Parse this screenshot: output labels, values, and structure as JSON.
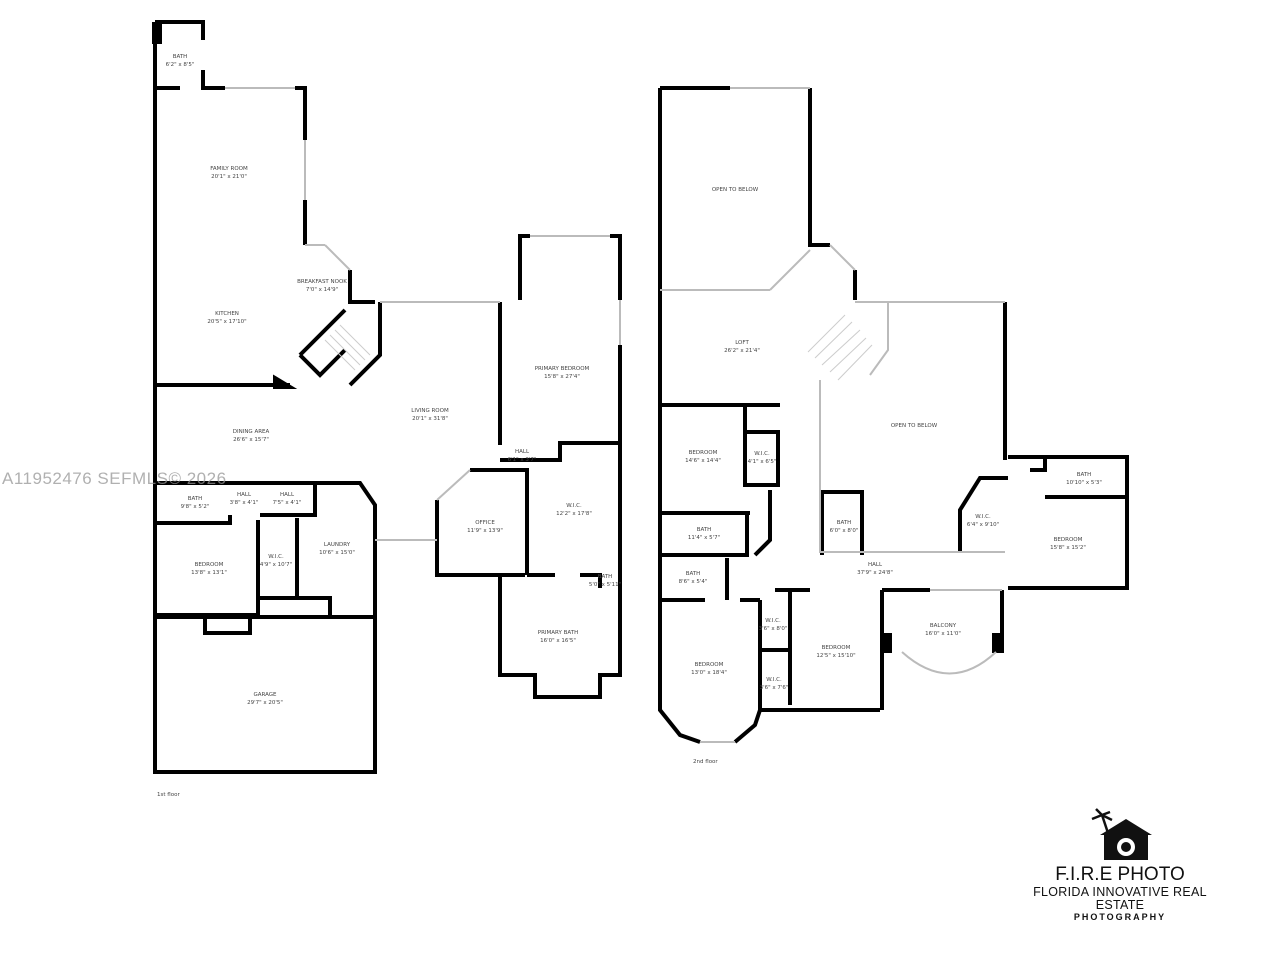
{
  "watermark": "A11952476  SEFMLS© 2026",
  "floors": {
    "first": {
      "label": "1st floor",
      "rooms": [
        {
          "name": "BATH",
          "dims": "6'2\" x 8'5\""
        },
        {
          "name": "FAMILY ROOM",
          "dims": "20'1\" x 21'0\""
        },
        {
          "name": "BREAKFAST NOOK",
          "dims": "7'0\" x 14'9\""
        },
        {
          "name": "KITCHEN",
          "dims": "20'5\" x 17'10\""
        },
        {
          "name": "PRIMARY BEDROOM",
          "dims": "15'8\" x 27'4\""
        },
        {
          "name": "LIVING ROOM",
          "dims": "20'1\" x 31'8\""
        },
        {
          "name": "DINING AREA",
          "dims": "26'6\" x 15'7\""
        },
        {
          "name": "HALL",
          "dims": "6'1\" x 3'7\""
        },
        {
          "name": "BATH",
          "dims": "9'8\" x 5'2\""
        },
        {
          "name": "HALL",
          "dims": "3'8\" x 4'1\""
        },
        {
          "name": "HALL",
          "dims": "7'5\" x 4'1\""
        },
        {
          "name": "W.I.C.",
          "dims": "12'2\" x 17'8\""
        },
        {
          "name": "OFFICE",
          "dims": "11'9\" x 13'9\""
        },
        {
          "name": "LAUNDRY",
          "dims": "10'6\" x 15'0\""
        },
        {
          "name": "BEDROOM",
          "dims": "13'8\" x 13'1\""
        },
        {
          "name": "W.I.C.",
          "dims": "4'9\" x 10'7\""
        },
        {
          "name": "BATH",
          "dims": "5'0\" x 5'11\""
        },
        {
          "name": "PRIMARY BATH",
          "dims": "16'0\" x 16'5\""
        },
        {
          "name": "GARAGE",
          "dims": "29'7\" x 20'5\""
        }
      ]
    },
    "second": {
      "label": "2nd floor",
      "rooms": [
        {
          "name": "OPEN TO BELOW",
          "dims": ""
        },
        {
          "name": "LOFT",
          "dims": "26'2\" x 21'4\""
        },
        {
          "name": "OPEN TO BELOW",
          "dims": ""
        },
        {
          "name": "BEDROOM",
          "dims": "14'6\" x 14'4\""
        },
        {
          "name": "W.I.C.",
          "dims": "4'1\" x 6'5\""
        },
        {
          "name": "BATH",
          "dims": "10'10\" x 5'3\""
        },
        {
          "name": "BATH",
          "dims": "11'4\" x 5'7\""
        },
        {
          "name": "BATH",
          "dims": "6'0\" x 8'0\""
        },
        {
          "name": "W.I.C.",
          "dims": "6'4\" x 9'10\""
        },
        {
          "name": "BEDROOM",
          "dims": "15'8\" x 15'2\""
        },
        {
          "name": "BATH",
          "dims": "8'6\" x 5'4\""
        },
        {
          "name": "HALL",
          "dims": "37'9\" x 24'8\""
        },
        {
          "name": "W.I.C.",
          "dims": "3'6\" x 8'0\""
        },
        {
          "name": "BALCONY",
          "dims": "16'0\" x 11'0\""
        },
        {
          "name": "BEDROOM",
          "dims": "12'5\" x 15'10\""
        },
        {
          "name": "BEDROOM",
          "dims": "13'0\" x 18'4\""
        },
        {
          "name": "W.I.C.",
          "dims": "3'6\" x 7'6\""
        }
      ]
    }
  },
  "logo": {
    "icon": "camera-house-palm-icon",
    "title": "F.I.R.E PHOTO",
    "subtitle": "FLORIDA INNOVATIVE REAL ESTATE",
    "tagline": "PHOTOGRAPHY"
  },
  "colors": {
    "wall": "#000000",
    "window": "#bbbbbb",
    "text": "#444444"
  }
}
